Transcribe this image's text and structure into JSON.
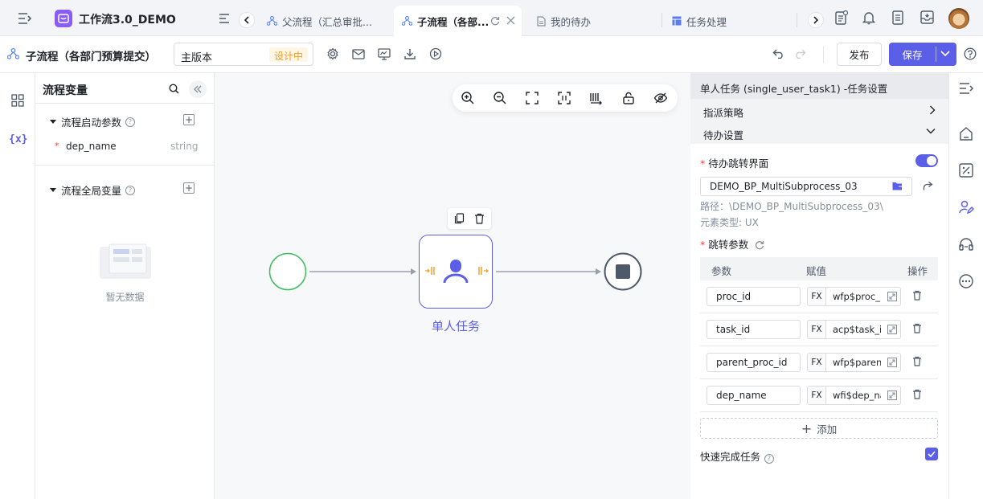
{
  "app": {
    "title": "工作流3.0_DEMO"
  },
  "tabs": [
    {
      "label": "父流程（汇总审批...",
      "icon": "flow-icon"
    },
    {
      "label": "子流程（各部...",
      "icon": "flow-icon",
      "active": true
    },
    {
      "label": "我的待办",
      "icon": "document-icon"
    },
    {
      "label": "任务处理",
      "icon": "table-icon"
    }
  ],
  "toolbar": {
    "process_title": "子流程（各部门预算提交）",
    "version_label": "主版本",
    "version_status": "设计中",
    "publish_label": "发布",
    "save_label": "保存"
  },
  "variables": {
    "title": "流程变量",
    "start_params": {
      "label": "流程启动参数",
      "items": [
        {
          "name": "dep_name",
          "type": "string",
          "required": true
        }
      ]
    },
    "global_vars": {
      "label": "流程全局变量"
    },
    "empty_text": "暂无数据"
  },
  "canvas": {
    "task_label": "单人任务"
  },
  "settings": {
    "header": "单人任务 (single_user_task1) -任务设置",
    "sections": [
      {
        "label": "指派策略",
        "expanded": false
      },
      {
        "label": "待办设置",
        "expanded": true
      }
    ],
    "todo_jump": {
      "label": "待办跳转界面",
      "enabled": true,
      "value": "DEMO_BP_MultiSubprocess_03",
      "path": "路径：\\DEMO_BP_MultiSubprocess_03\\",
      "element_type": "元素类型: UX"
    },
    "jump_params": {
      "label": "跳转参数",
      "columns": [
        "参数",
        "赋值",
        "操作"
      ],
      "rows": [
        {
          "param": "proc_id",
          "fx": "FX",
          "value": "wfp$proc_i"
        },
        {
          "param": "task_id",
          "fx": "FX",
          "value": "acp$task_ic"
        },
        {
          "param": "parent_proc_id",
          "fx": "FX",
          "value": "wfp$parent"
        },
        {
          "param": "dep_name",
          "fx": "FX",
          "value": "wfi$dep_na"
        }
      ],
      "add_label": "添加"
    },
    "quick_complete": {
      "label": "快速完成任务",
      "checked": true
    }
  },
  "colors": {
    "accent": "#5b5fe8",
    "start_event": "#3dbd5e",
    "badge": "#f29a1e"
  }
}
